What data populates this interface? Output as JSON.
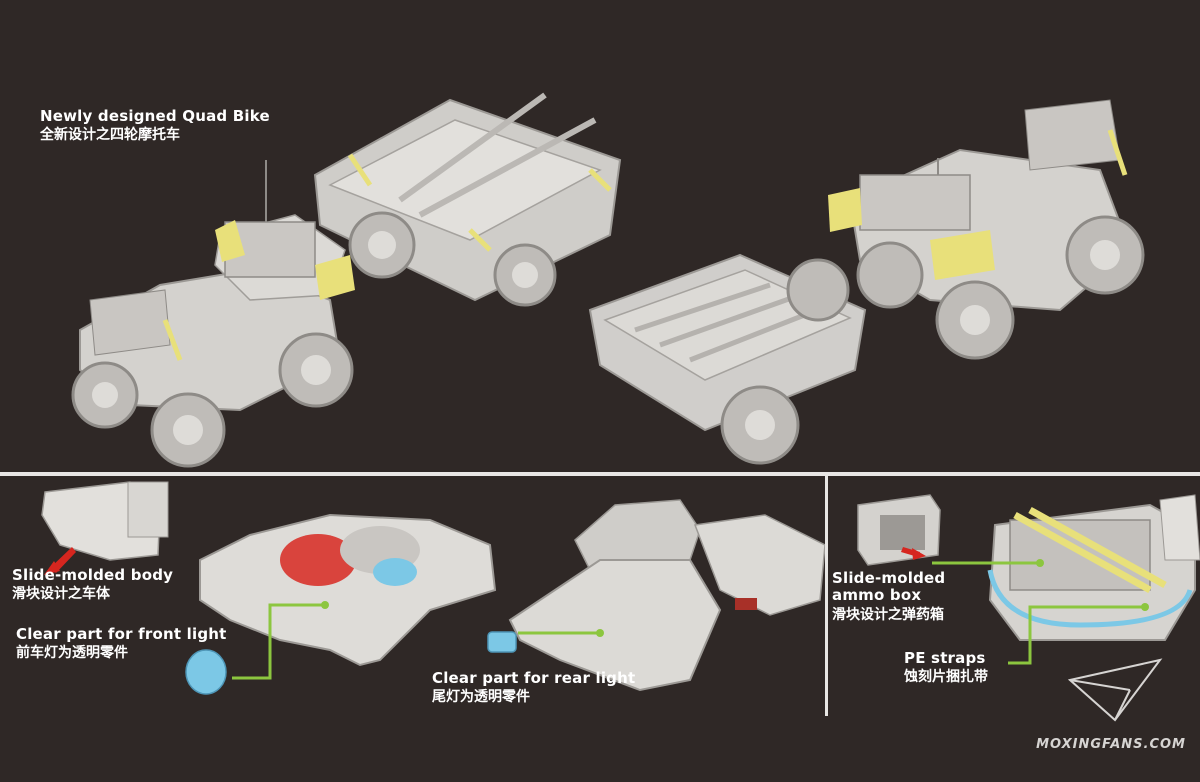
{
  "labels": {
    "quad_bike": {
      "en": "Newly designed Quad Bike",
      "zh": "全新设计之四轮摩托车"
    },
    "slide_body": {
      "en": "Slide-molded body",
      "zh": "滑块设计之车体"
    },
    "front_light": {
      "en": "Clear part for front light",
      "zh": "前车灯为透明零件"
    },
    "rear_light": {
      "en": "Clear part for rear light",
      "zh": "尾灯为透明零件"
    },
    "ammo_box": {
      "en_line1": "Slide-molded",
      "en_line2": "ammo box",
      "zh": "滑块设计之弹药箱"
    },
    "pe_straps": {
      "en": "PE straps",
      "zh": "蚀刻片捆扎带"
    }
  },
  "watermark": "MOXINGFANS.COM",
  "colors": {
    "background": "#2f2826",
    "model_grey": "#d8d6d2",
    "callout_green": "#8cc63f",
    "arrow_red": "#d6261f",
    "pe_yellow": "#e8e07a",
    "clear_blue": "#7cc8e6"
  }
}
